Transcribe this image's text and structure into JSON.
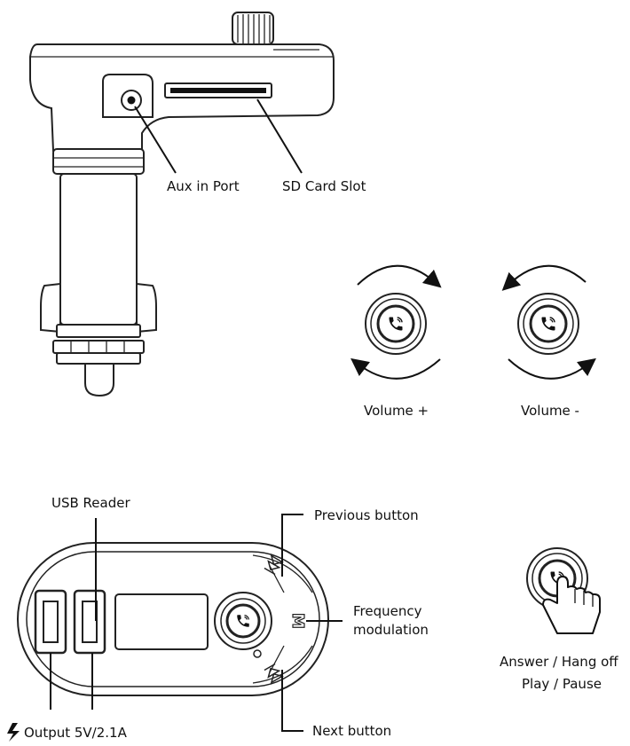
{
  "labels": {
    "aux_in_port": "Aux in Port",
    "sd_card_slot": "SD  Card Slot",
    "volume_up": "Volume +",
    "volume_down": "Volume -",
    "usb_reader": "USB Reader",
    "previous_button": "Previous button",
    "frequency_modulation_line1": "Frequency",
    "frequency_modulation_line2": "modulation",
    "next_button": "Next  button",
    "answer_hang": "Answer / Hang off",
    "play_pause": "Play / Pause",
    "output": "Output 5V/2.1A",
    "mode_button_letter": "M"
  },
  "icons": {
    "call_knob": "phone-call-icon",
    "previous": "previous-track-icon",
    "next": "next-track-icon",
    "pointer_hand": "pointing-hand-icon",
    "power": "lightning-bolt-icon"
  }
}
